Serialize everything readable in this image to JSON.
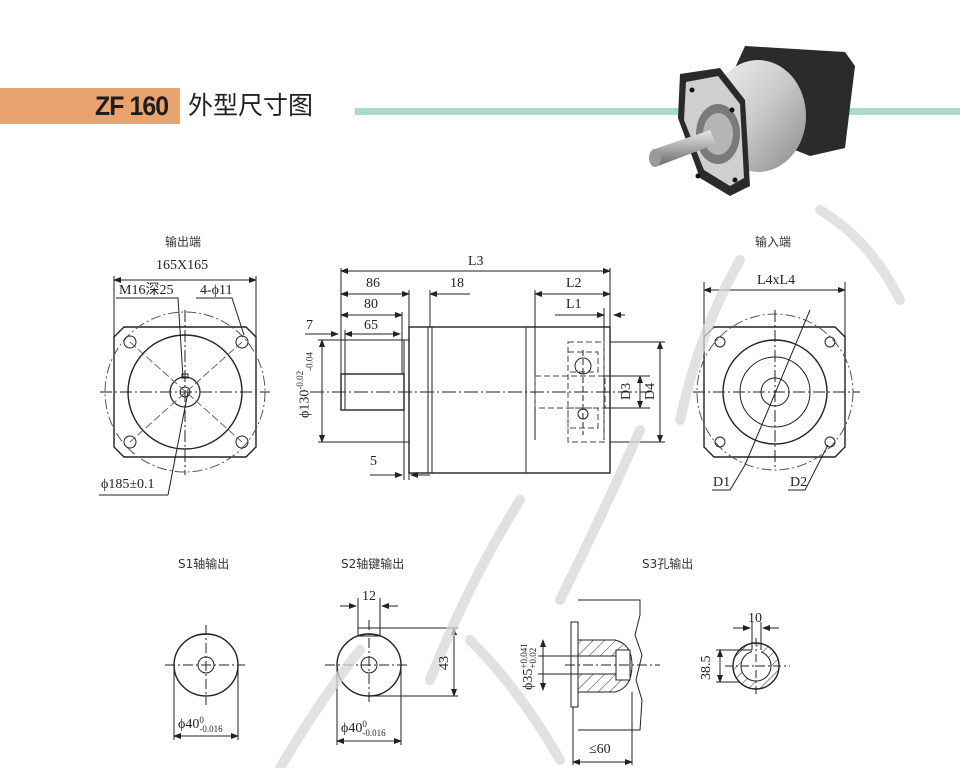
{
  "header": {
    "model": "ZF 160",
    "title": "外型尺寸图",
    "accent_color": "#e8a36f",
    "line_color": "#a9dcc6"
  },
  "views": {
    "output_end": {
      "label": "输出端",
      "flange_size": "165X165",
      "thread": "M16深25",
      "holes": "4-ϕ11",
      "pcd": "ϕ185±0.1"
    },
    "side": {
      "overall": "L3",
      "d86": "86",
      "d18": "18",
      "d80": "80",
      "d65": "65",
      "d7": "7",
      "d5": "5",
      "l2": "L2",
      "l1": "L1",
      "pilot": "ϕ130",
      "pilot_tol_upper": "-0.02",
      "pilot_tol_lower": "-0.04",
      "d3": "D3",
      "d4": "D4"
    },
    "input_end": {
      "label": "输入端",
      "size": "L4xL4",
      "d1": "D1",
      "d2": "D2"
    },
    "s1": {
      "label": "S1轴输出",
      "dia": "ϕ40",
      "tol_upper": "0",
      "tol_lower": "-0.016"
    },
    "s2": {
      "label": "S2轴键输出",
      "key": "12",
      "height": "43",
      "dia": "ϕ40",
      "tol_upper": "0",
      "tol_lower": "-0.016"
    },
    "s3": {
      "label": "S3孔输出",
      "bore": "ϕ35",
      "tol_upper": "+0.041",
      "tol_lower": "+0.02",
      "depth": "≤60",
      "key": "10",
      "height": "38.5"
    }
  }
}
